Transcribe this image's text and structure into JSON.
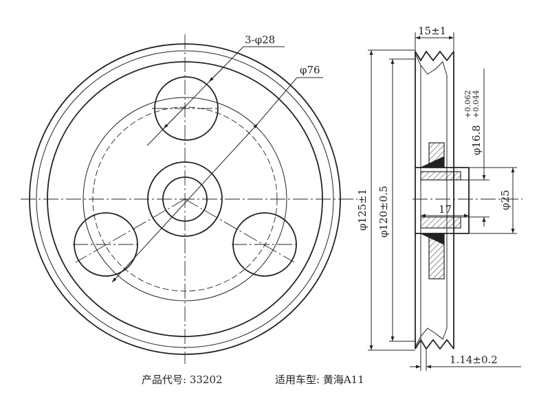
{
  "labels": {
    "holes": "3-φ28",
    "pcd": "φ76",
    "width": "15±1",
    "outer_dia": "φ125±1",
    "groove_dia": "φ120±0.5",
    "bore": "φ16.8",
    "bore_tol_upper": "+0.062",
    "bore_tol_lower": "+0.044",
    "hub_dia": "φ25",
    "hub_length": "17",
    "offset": "1.14±0.2"
  },
  "caption": {
    "product_code": "产品代号: 33202",
    "vehicle": "适用车型: 黄海A11"
  },
  "colors": {
    "line": "#222222",
    "background": "#ffffff"
  }
}
